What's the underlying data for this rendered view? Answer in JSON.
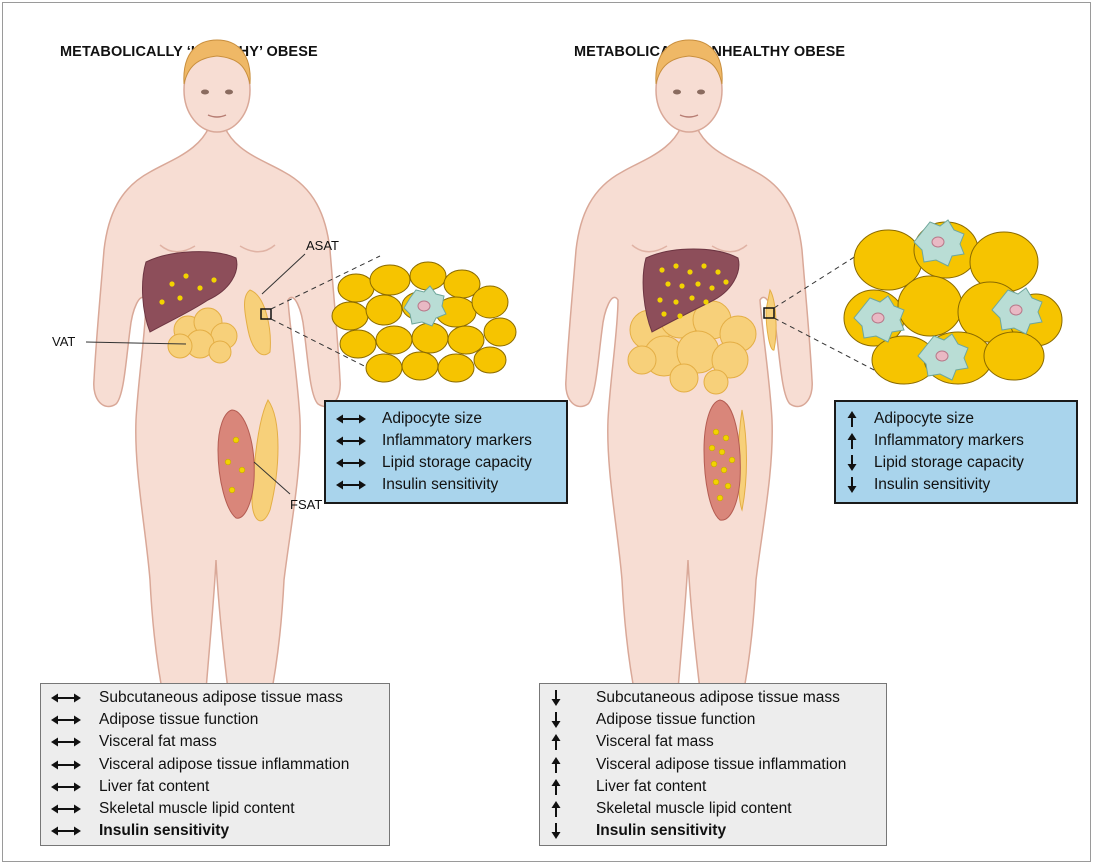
{
  "left": {
    "title": "METABOLICALLY ‘HEALTHY’ OBESE",
    "labels": {
      "asat": "ASAT",
      "vat": "VAT",
      "fsat": "FSAT"
    },
    "cell_box": [
      {
        "trend": "both",
        "text": "Adipocyte size"
      },
      {
        "trend": "both",
        "text": "Inflammatory markers"
      },
      {
        "trend": "both",
        "text": "Lipid storage capacity"
      },
      {
        "trend": "both",
        "text": "Insulin sensitivity"
      }
    ],
    "summary": [
      {
        "trend": "both",
        "text": "Subcutaneous adipose tissue mass"
      },
      {
        "trend": "both",
        "text": "Adipose tissue function"
      },
      {
        "trend": "both",
        "text": "Visceral fat mass"
      },
      {
        "trend": "both",
        "text": "Visceral adipose tissue inflammation"
      },
      {
        "trend": "both",
        "text": "Liver fat content"
      },
      {
        "trend": "both",
        "text": "Skeletal muscle lipid content"
      },
      {
        "trend": "both",
        "text": "Insulin sensitivity"
      }
    ]
  },
  "right": {
    "title": "METABOLICALLY UNHEALTHY OBESE",
    "cell_box": [
      {
        "trend": "up",
        "text": "Adipocyte size"
      },
      {
        "trend": "up",
        "text": "Inflammatory markers"
      },
      {
        "trend": "down",
        "text": "Lipid storage capacity"
      },
      {
        "trend": "down",
        "text": "Insulin sensitivity"
      }
    ],
    "summary": [
      {
        "trend": "down",
        "text": "Subcutaneous adipose tissue mass"
      },
      {
        "trend": "down",
        "text": "Adipose tissue function"
      },
      {
        "trend": "up",
        "text": "Visceral fat mass"
      },
      {
        "trend": "up",
        "text": "Visceral adipose tissue inflammation"
      },
      {
        "trend": "up",
        "text": "Liver fat content"
      },
      {
        "trend": "up",
        "text": "Skeletal muscle lipid content"
      },
      {
        "trend": "down",
        "text": "Insulin sensitivity"
      }
    ]
  },
  "colors": {
    "skin": "#f7ddd3",
    "skin_outline": "#d9a898",
    "hair": "#efb866",
    "liver": "#8d4e5a",
    "fat": "#f7d07a",
    "adipocyte": "#f6c400",
    "macrophage": "#b9ddd5",
    "muscle": "#d9867a",
    "lipid_dot": "#f2d300",
    "cell_box_bg": "#a9d4ec",
    "summary_bg": "#ededed"
  }
}
